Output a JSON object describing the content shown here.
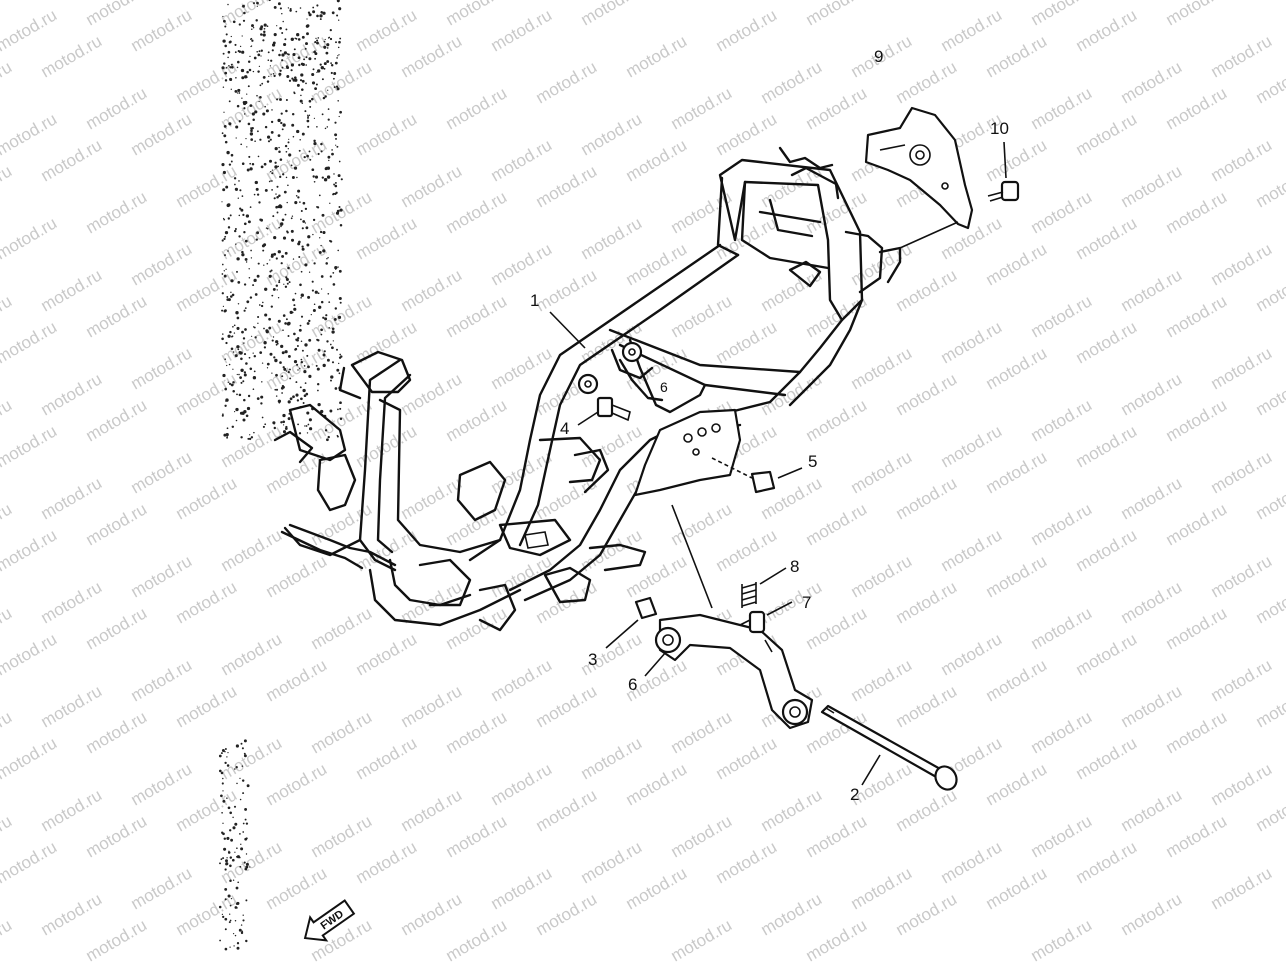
{
  "watermark": "motod.ru",
  "callouts": [
    {
      "id": "part-1",
      "label": "1"
    },
    {
      "id": "part-2",
      "label": "2"
    },
    {
      "id": "part-3",
      "label": "3"
    },
    {
      "id": "part-4",
      "label": "4"
    },
    {
      "id": "part-5",
      "label": "5"
    },
    {
      "id": "part-6",
      "label": "6"
    },
    {
      "id": "part-7",
      "label": "7"
    },
    {
      "id": "part-8",
      "label": "8"
    },
    {
      "id": "part-9",
      "label": "9"
    },
    {
      "id": "part-10",
      "label": "10"
    }
  ],
  "frame_marks": [
    "6"
  ],
  "direction_arrow": {
    "label": "FWD"
  },
  "colors": {
    "ink": "#111111",
    "background": "#ffffff",
    "watermark": "#c9c9c9"
  }
}
